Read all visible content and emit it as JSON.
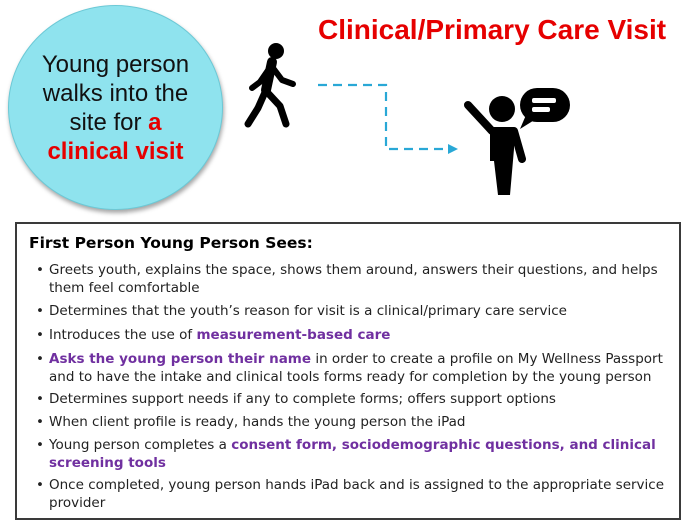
{
  "title": "Clinical/Primary Care Visit",
  "intro": {
    "text": "Young person walks into the site for ",
    "highlight": "a clinical visit"
  },
  "panel": {
    "heading": "First Person Young Person Sees:",
    "bullet_symbol": "•",
    "items": [
      {
        "before": "Greets youth, explains the space, shows them around, answers their questions, and helps them feel comfortable",
        "highlight": "",
        "after": ""
      },
      {
        "before": "Determines that the youth’s reason for visit is a clinical/primary care service",
        "highlight": "",
        "after": ""
      },
      {
        "before": "Introduces the use of ",
        "highlight": "measurement-based care",
        "after": ""
      },
      {
        "before": "",
        "highlight": "Asks the young person their name",
        "after": " in order to create a profile on My Wellness Passport and to have the intake and clinical tools forms ready for completion by the young person"
      },
      {
        "before": "Determines support needs if any to complete forms; offers support options",
        "highlight": "",
        "after": ""
      },
      {
        "before": "When client profile is ready, hands the young person the iPad",
        "highlight": "",
        "after": ""
      },
      {
        "before": "Young person completes a ",
        "highlight": "consent form, sociodemographic questions, and clinical screening tools",
        "after": ""
      },
      {
        "before": "Once completed, young person hands iPad back and is assigned to the appropriate service provider",
        "highlight": "",
        "after": ""
      }
    ]
  },
  "colors": {
    "title_red": "#e60000",
    "circle_fill": "#8fe3ee",
    "arrow": "#29a8d6",
    "highlight_purple": "#7030a0"
  },
  "icons": [
    "walking-person-icon",
    "dashed-arrow",
    "person-waving-speech-bubble-icon"
  ]
}
